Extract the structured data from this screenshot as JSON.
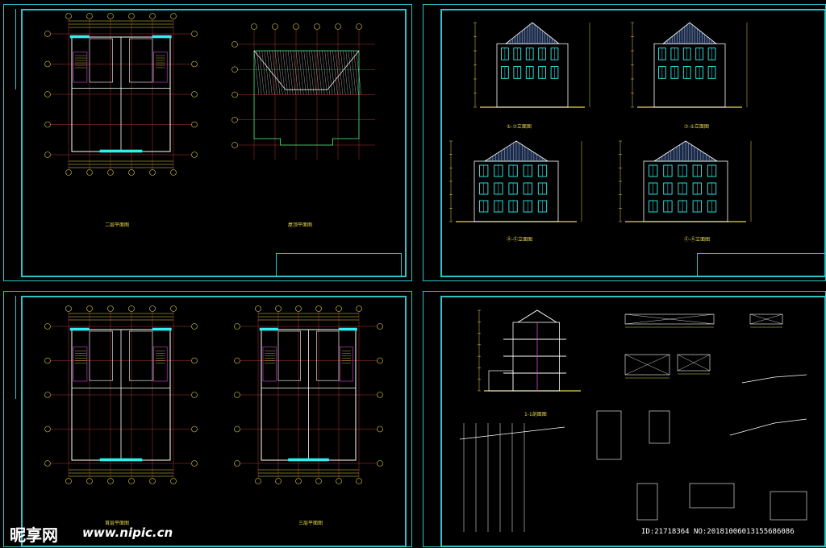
{
  "sheets": {
    "top_left": {
      "captions": {
        "plan": "二层平面图",
        "roof": "屋顶平面图"
      }
    },
    "top_right": {
      "captions": {
        "elev1": "①-⑦立面图",
        "elev2": "⑦-①立面图",
        "elev3": "Ⓐ-Ⓔ立面图",
        "elev4": "Ⓔ-Ⓐ立面图"
      }
    },
    "bottom_left": {
      "captions": {
        "plan1": "首层平面图",
        "plan2": "三层平面图"
      }
    },
    "bottom_right": {
      "captions": {
        "section": "1-1剖面图"
      }
    }
  },
  "watermark": {
    "brand": "昵享网",
    "site": "www.nipic.cn",
    "id": "ID:21718364 NO:20181006013155686086"
  },
  "colors": {
    "frame": "#2fc2c9",
    "yellow": "#e8d84a",
    "white": "#ffffff",
    "magenta": "#d54ad5",
    "green": "#3fbf5f",
    "red": "#e04040",
    "cyan": "#2ff0f0"
  }
}
